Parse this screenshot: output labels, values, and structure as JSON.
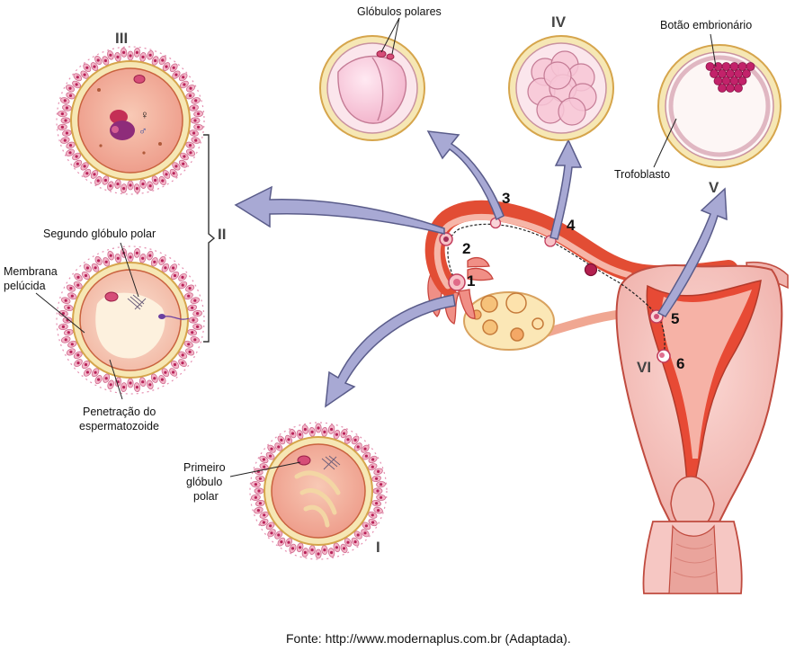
{
  "labels": {
    "globulos_polares": "Glóbulos polares",
    "botao_embrionario": "Botão embrionário",
    "trofoblasto": "Trofoblasto",
    "segundo_globulo_polar": "Segundo glóbulo polar",
    "membrana_line1": "Membrana",
    "membrana_line2": "pelúcida",
    "penetracao_line1": "Penetração do",
    "penetracao_line2": "espermatozoide",
    "primeiro_line1": "Primeiro",
    "primeiro_line2": "glóbulo",
    "primeiro_line3": "polar",
    "symbol_female": "♀",
    "symbol_male": "♂"
  },
  "stages": {
    "I": "I",
    "II": "II",
    "III": "III",
    "IV": "IV",
    "V": "V",
    "VI": "VI"
  },
  "numbers": {
    "n1": "1",
    "n2": "2",
    "n3": "3",
    "n4": "4",
    "n5": "5",
    "n6": "6"
  },
  "source": "Fonte: http://www.modernaplus.com.br (Adaptada).",
  "colors": {
    "arrow_fill": "#a8a9d4",
    "arrow_stroke": "#5a5c8a",
    "zona_pelucida": "#efd48a",
    "tube_red": "#e0412a",
    "uterus_pink": "#f6c7c3",
    "cell_pink": "#d64d78"
  }
}
